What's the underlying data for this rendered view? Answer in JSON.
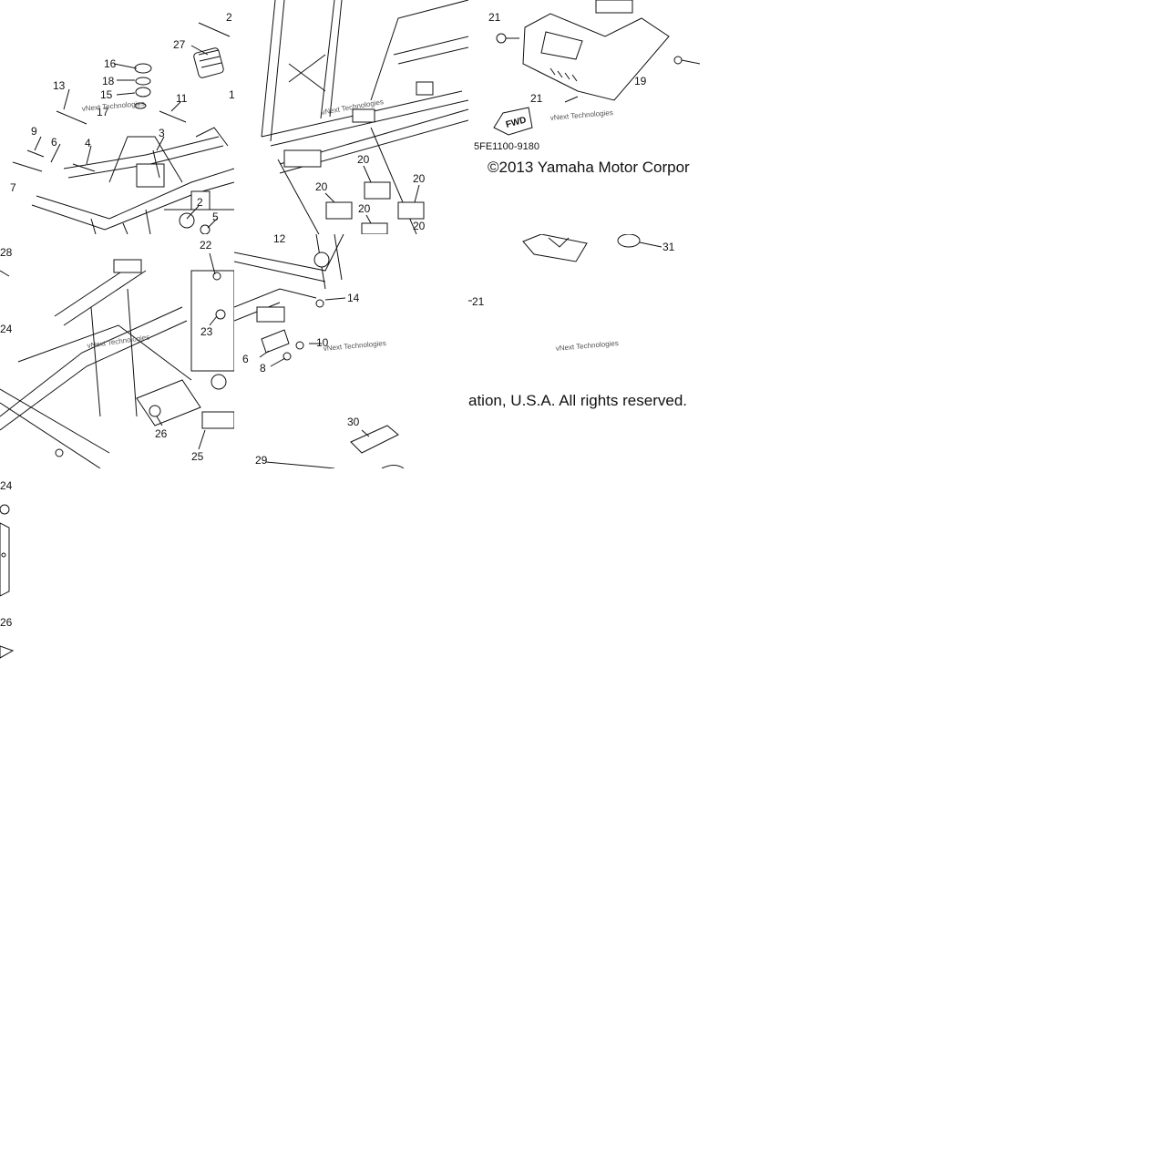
{
  "diagram": {
    "code": "5FE1100-9180",
    "copyright_left": "©2013 Yamaha Motor Corpor",
    "copyright_right": "ation, U.S.A. All rights reserved.",
    "watermark": "vNext Technologies",
    "fwd_label": "FWD",
    "callouts": {
      "t1": [
        "2",
        "27",
        "16",
        "18",
        "15",
        "13",
        "11",
        "1",
        "17",
        "9",
        "6",
        "4",
        "3",
        "7",
        "2",
        "5"
      ],
      "t3": [
        "21",
        "21",
        "19"
      ],
      "t2": [
        "20",
        "20",
        "20",
        "20",
        "20"
      ],
      "t4": [
        "28",
        "22",
        "23",
        "26",
        "25",
        "24"
      ],
      "t5": [
        "12",
        "14",
        "6",
        "10",
        "8",
        "30",
        "29"
      ],
      "t6": [
        "31",
        "21"
      ],
      "t7": [
        "24",
        "26"
      ]
    }
  }
}
